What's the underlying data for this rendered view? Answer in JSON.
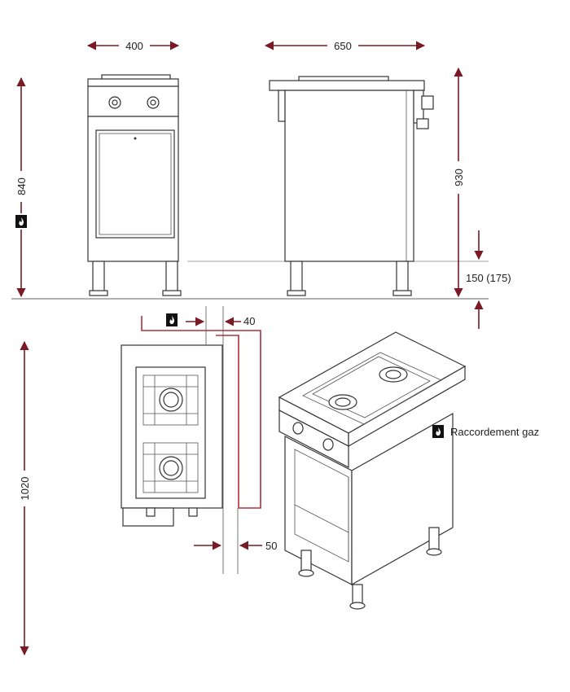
{
  "dimensions": {
    "front_width": "400",
    "side_depth": "650",
    "front_height": "840",
    "side_height": "930",
    "leg_height": "150 (175)",
    "gas_offset": "40",
    "rear_offset": "50",
    "top_depth": "1020"
  },
  "legend": {
    "gas_label": "Raccordement gaz",
    "gas_icon": "gas-flame-icon"
  },
  "colors": {
    "dimension_arrow": "#7a1a24",
    "gas_line": "#b0303a",
    "outline": "#333333"
  }
}
